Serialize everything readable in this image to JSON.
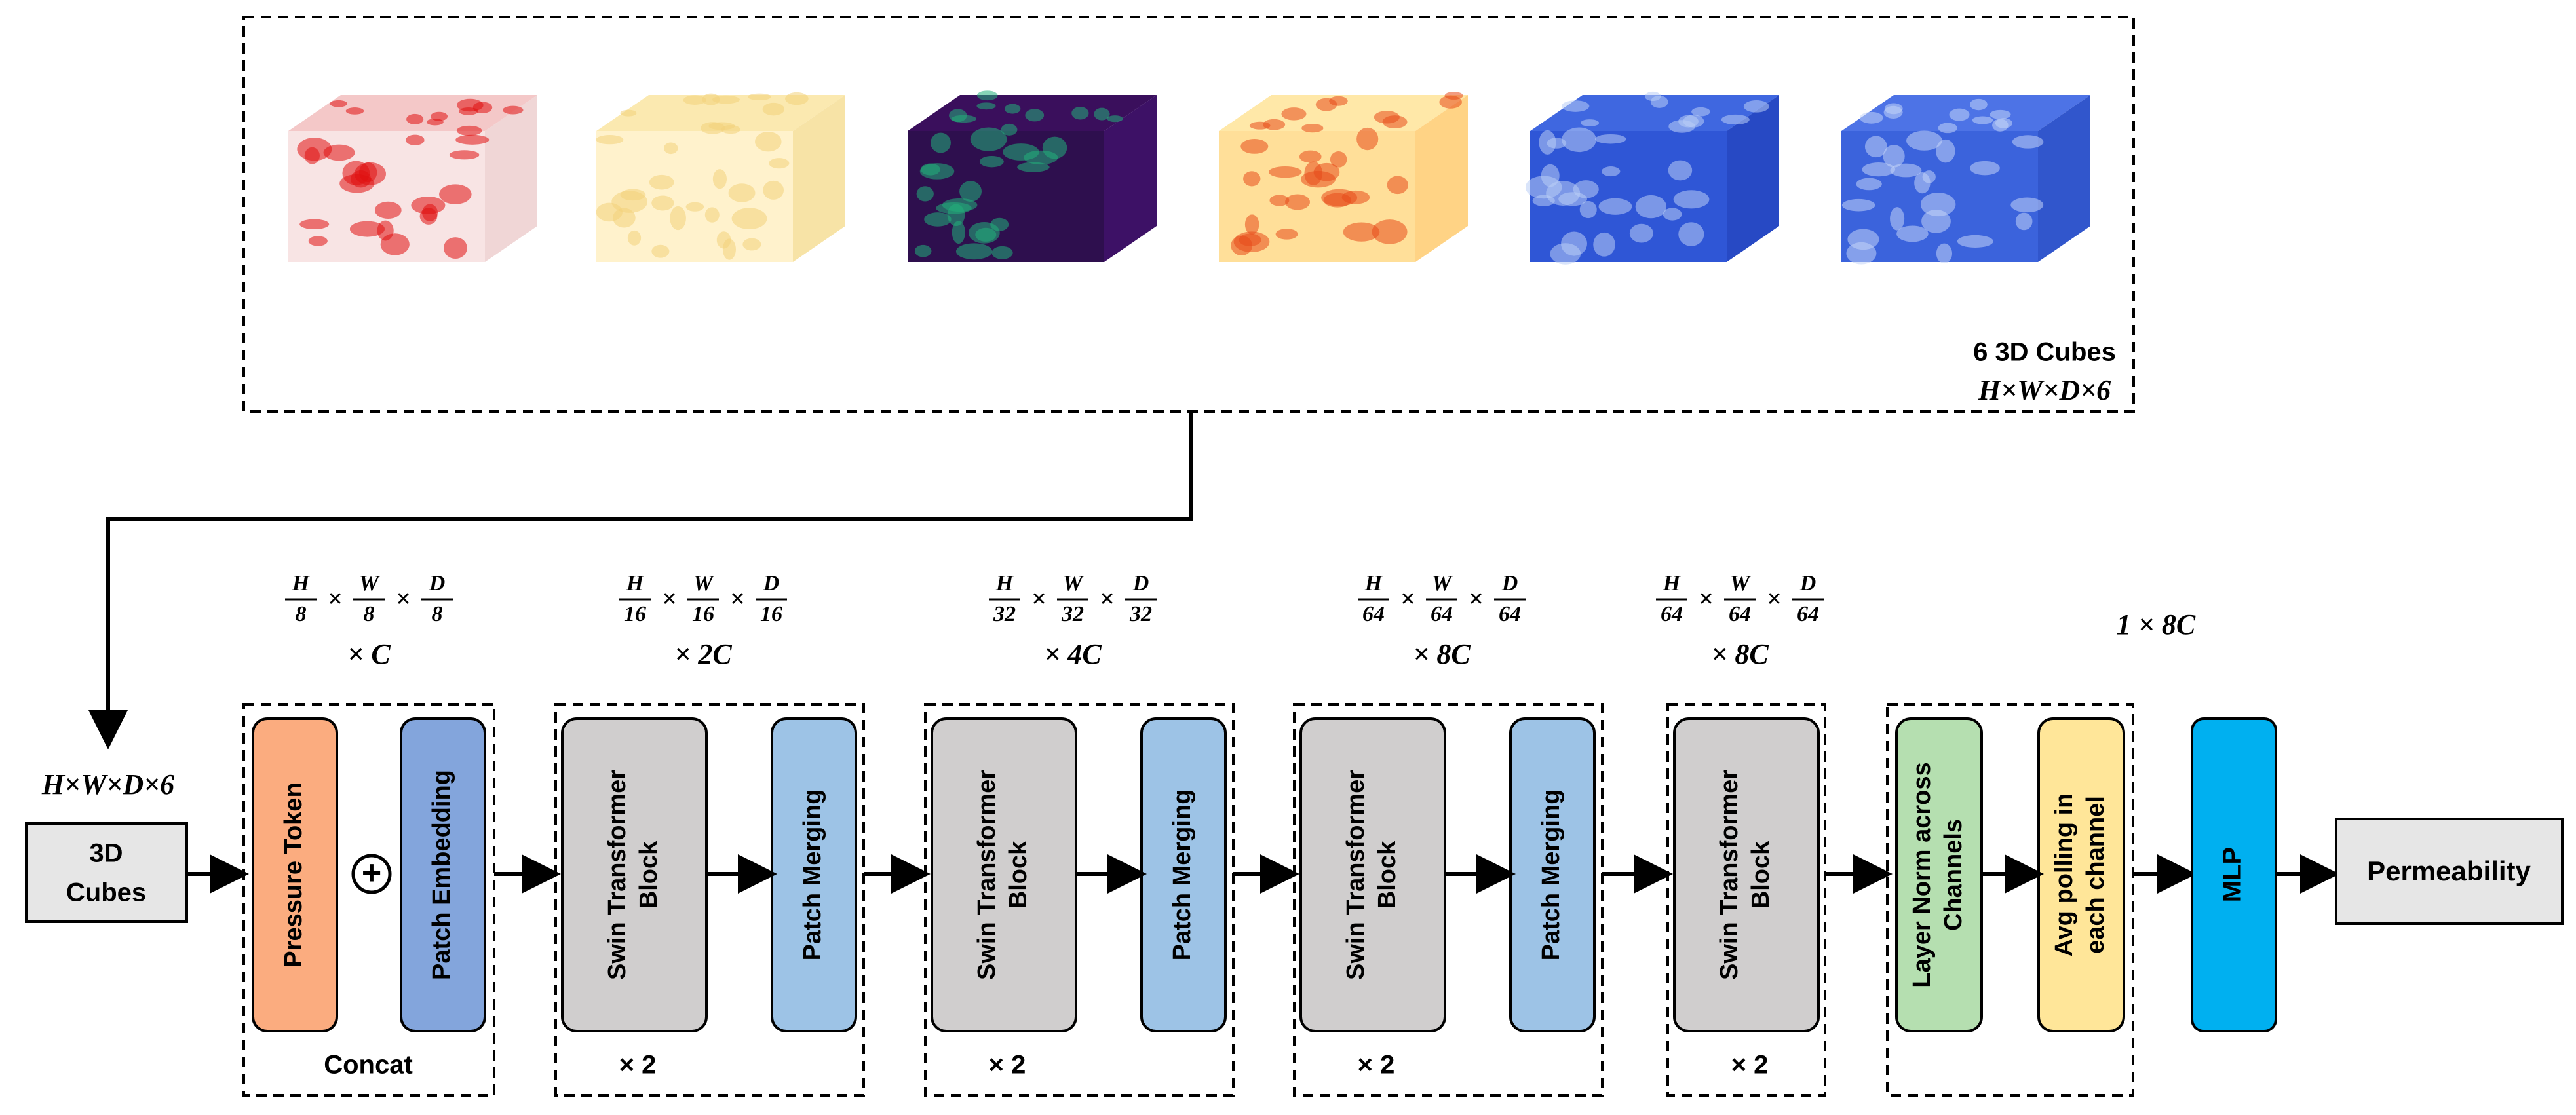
{
  "input": {
    "dims": "H×W×D×6",
    "label_line1": "3D",
    "label_line2": "Cubes"
  },
  "cubes_panel": {
    "label_line1": "6 3D Cubes",
    "label_line2": "H×W×D×6",
    "cubes": [
      {
        "name": "cube-red-white",
        "top": "#f4c8c8",
        "front": "#f8e4e4",
        "side": "#f0d6d6",
        "accent": "#e01010"
      },
      {
        "name": "cube-pale-yellow",
        "top": "#fbe9b0",
        "front": "#fff2cc",
        "side": "#f7e3a6",
        "accent": "#f2d27a"
      },
      {
        "name": "cube-viridis",
        "top": "#3a0f5c",
        "front": "#2e0f4e",
        "side": "#3d1166",
        "accent": "#22b07a"
      },
      {
        "name": "cube-yellow-red",
        "top": "#ffe8a8",
        "front": "#ffdf99",
        "side": "#ffd385",
        "accent": "#e84a1a"
      },
      {
        "name": "cube-blue-1",
        "top": "#3f67e0",
        "front": "#2f56d6",
        "side": "#2749c4",
        "accent": "#b9cdf6"
      },
      {
        "name": "cube-blue-2",
        "top": "#4d73e6",
        "front": "#3b63dc",
        "side": "#3156cc",
        "accent": "#c3d4f8"
      }
    ]
  },
  "stages": [
    {
      "name": "embedding",
      "dims": {
        "h": "H",
        "hd": "8",
        "w": "W",
        "wd": "8",
        "d": "D",
        "dd": "8",
        "ch": "× C"
      },
      "blocks": [
        {
          "label": "Pressure Token",
          "color": "#fbac7f"
        },
        {
          "label": "Patch Embedding",
          "color": "#83a5dc"
        }
      ],
      "footer": "Concat",
      "plus": "+"
    },
    {
      "name": "stage-1",
      "dims": {
        "h": "H",
        "hd": "16",
        "w": "W",
        "wd": "16",
        "d": "D",
        "dd": "16",
        "ch": "× 2C"
      },
      "blocks": [
        {
          "label": "Swin Transformer|Block",
          "color": "#d0cece"
        },
        {
          "label": "Patch Merging",
          "color": "#9dc3e6"
        }
      ],
      "footer": "× 2"
    },
    {
      "name": "stage-2",
      "dims": {
        "h": "H",
        "hd": "32",
        "w": "W",
        "wd": "32",
        "d": "D",
        "dd": "32",
        "ch": "× 4C"
      },
      "blocks": [
        {
          "label": "Swin Transformer|Block",
          "color": "#d0cece"
        },
        {
          "label": "Patch Merging",
          "color": "#9dc3e6"
        }
      ],
      "footer": "× 2"
    },
    {
      "name": "stage-3",
      "dims": {
        "h": "H",
        "hd": "64",
        "w": "W",
        "wd": "64",
        "d": "D",
        "dd": "64",
        "ch": "× 8C"
      },
      "blocks": [
        {
          "label": "Swin Transformer|Block",
          "color": "#d0cece"
        },
        {
          "label": "Patch Merging",
          "color": "#9dc3e6"
        }
      ],
      "footer": "× 2"
    },
    {
      "name": "stage-4",
      "dims": {
        "h": "H",
        "hd": "64",
        "w": "W",
        "wd": "64",
        "d": "D",
        "dd": "64",
        "ch": "× 8C"
      },
      "blocks": [
        {
          "label": "Swin Transformer|Block",
          "color": "#d0cece"
        }
      ],
      "footer": "× 2"
    },
    {
      "name": "pooling",
      "dims": {
        "single": "1 × 8C"
      },
      "blocks": [
        {
          "label": "Layer Norm across|Channels",
          "color": "#b5dfb0"
        },
        {
          "label": "Avg polling in|each channel",
          "color": "#ffe699"
        }
      ],
      "footer": ""
    }
  ],
  "mlp": {
    "label": "MLP",
    "color": "#00b0f0"
  },
  "output": {
    "label": "Permeability"
  }
}
